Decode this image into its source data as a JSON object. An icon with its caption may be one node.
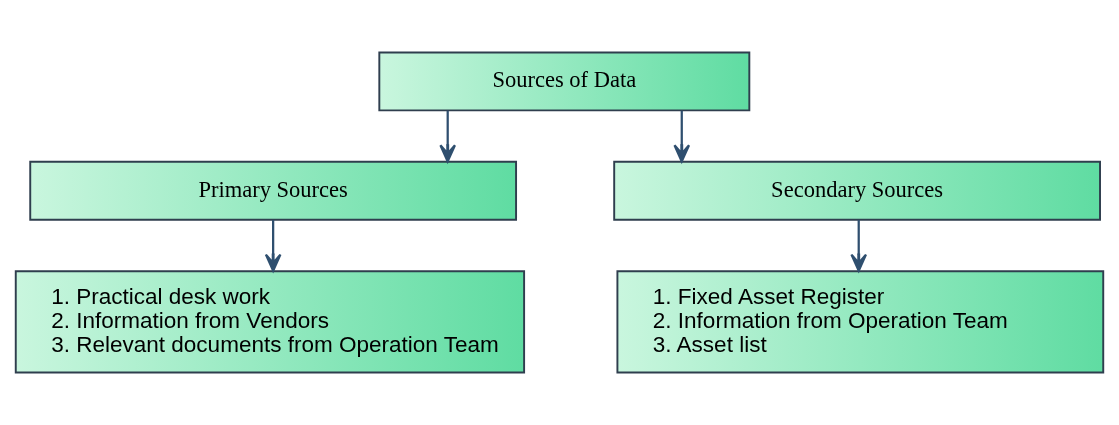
{
  "diagram": {
    "nodes": [
      {
        "text": [
          "Sources of Data"
        ]
      },
      {
        "text": [
          "Primary Sources"
        ]
      },
      {
        "text": [
          "Secondary Sources"
        ]
      },
      {
        "text": [
          "1. Practical desk work",
          "2. Information from Vendors",
          "3. Relevant documents from Operation Team"
        ]
      },
      {
        "text": [
          "1. Fixed Asset Register",
          "2. Information from Operation Team",
          "3. Asset list"
        ]
      }
    ],
    "edges": [
      {
        "from": 0,
        "to": 1,
        "arrow": "to"
      },
      {
        "from": 0,
        "to": 2,
        "arrow": "to"
      },
      {
        "from": 1,
        "to": 3,
        "arrow": "to"
      },
      {
        "from": 2,
        "to": 4,
        "arrow": "to"
      }
    ]
  }
}
